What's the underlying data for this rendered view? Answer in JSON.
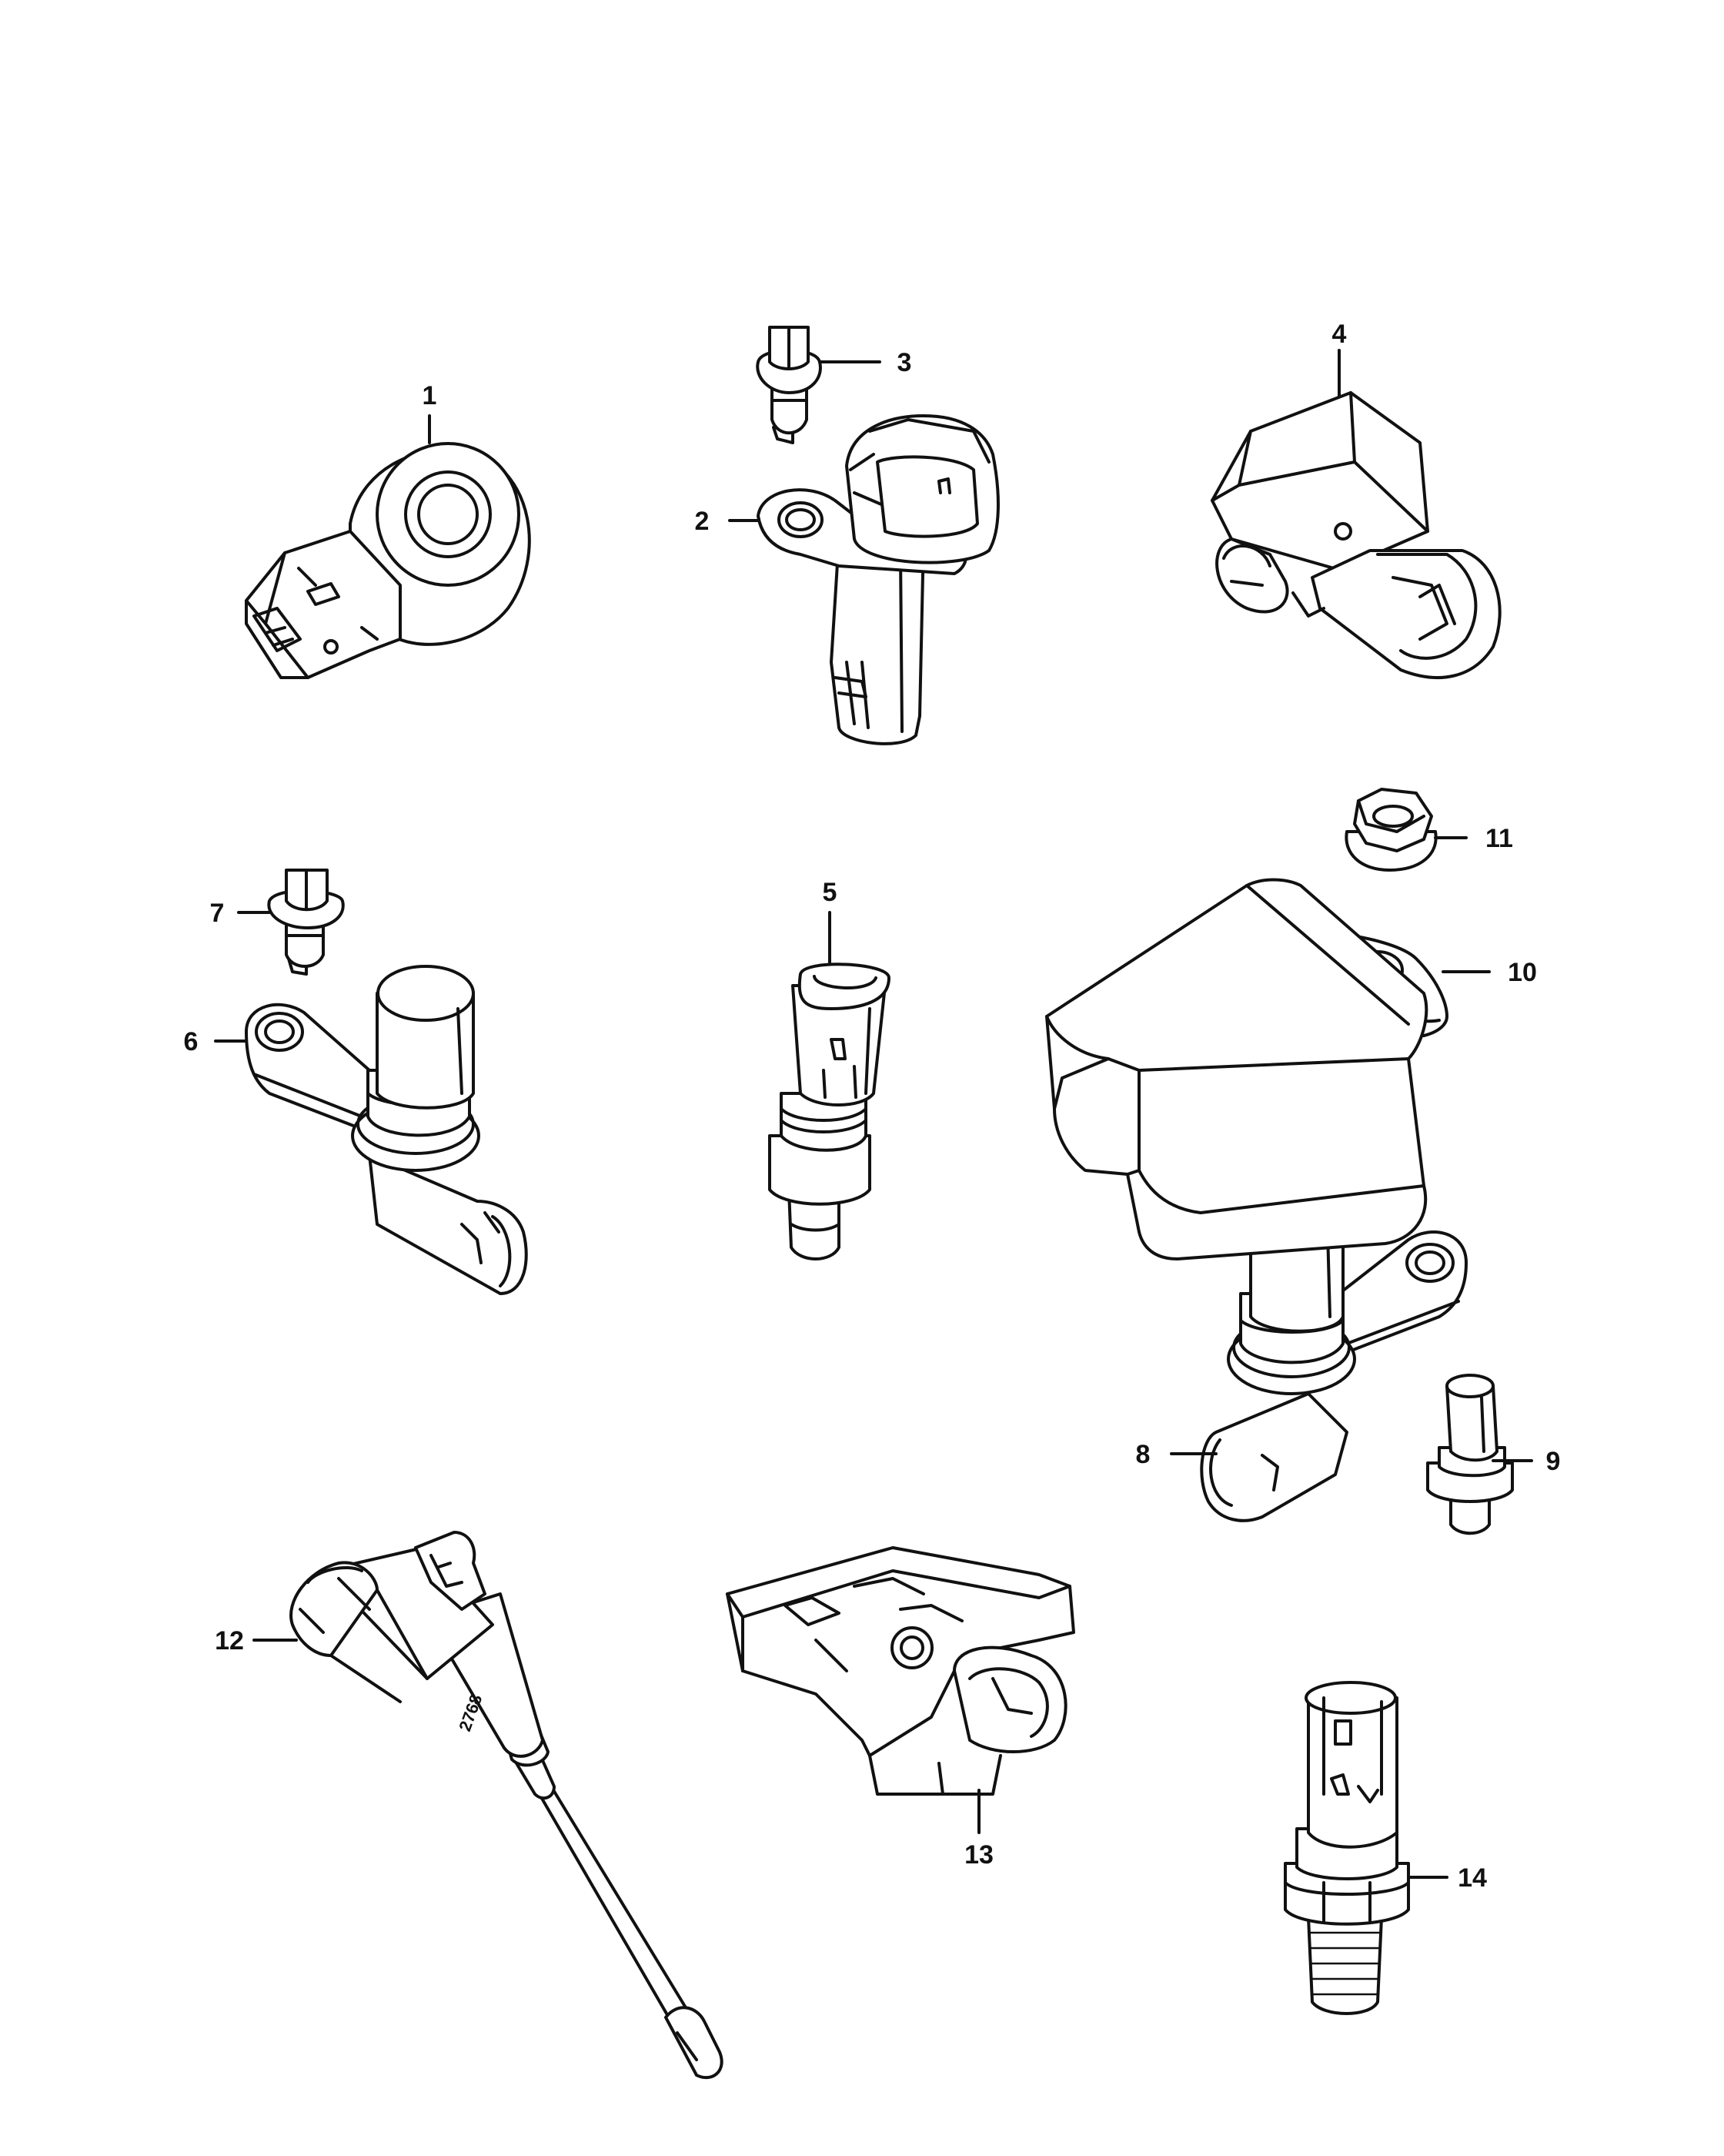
{
  "diagram": {
    "callouts": [
      {
        "id": "1",
        "label": "1"
      },
      {
        "id": "2",
        "label": "2"
      },
      {
        "id": "3",
        "label": "3"
      },
      {
        "id": "4",
        "label": "4"
      },
      {
        "id": "5",
        "label": "5"
      },
      {
        "id": "6",
        "label": "6"
      },
      {
        "id": "7",
        "label": "7"
      },
      {
        "id": "8",
        "label": "8"
      },
      {
        "id": "9",
        "label": "9"
      },
      {
        "id": "10",
        "label": "10"
      },
      {
        "id": "11",
        "label": "11"
      },
      {
        "id": "12",
        "label": "12"
      },
      {
        "id": "13",
        "label": "13"
      },
      {
        "id": "14",
        "label": "14"
      }
    ],
    "part12_stamp": "2768"
  }
}
